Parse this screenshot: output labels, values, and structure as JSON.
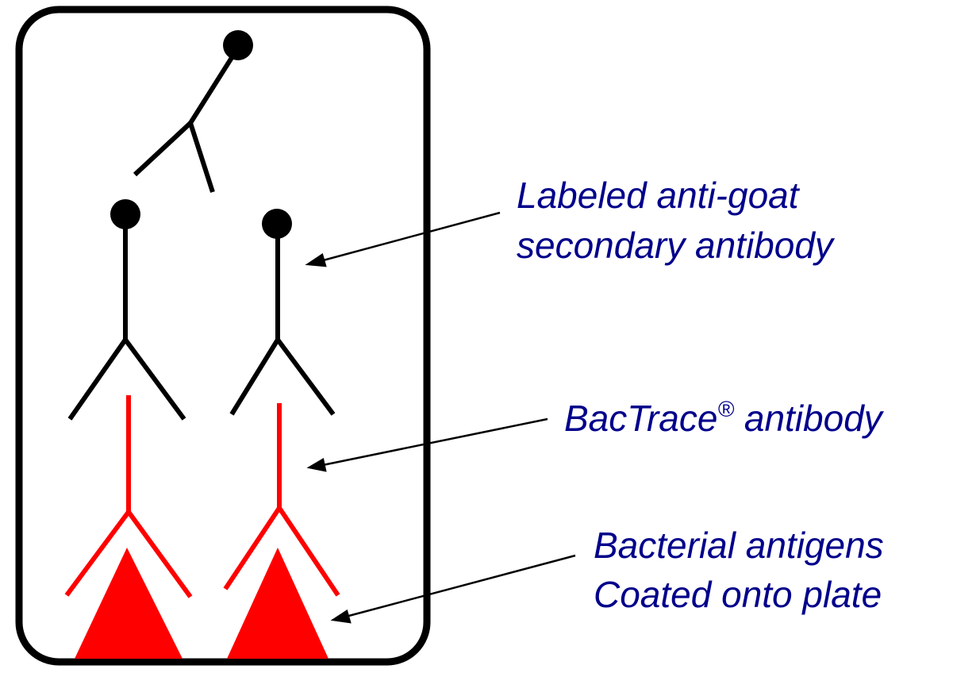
{
  "colors": {
    "text": "#00008B",
    "antibody_black": "#000000",
    "antibody_red": "#FF0000",
    "well_border": "#000000"
  },
  "labels": {
    "secondary_antibody": {
      "line1": "Labeled anti-goat",
      "line2": "secondary antibody"
    },
    "bactrace_antibody": {
      "name": "BacTrace",
      "registered_mark": "®",
      "suffix": " antibody"
    },
    "bacterial_antigens": {
      "line1": "Bacterial antigens",
      "line2": "Coated onto plate"
    }
  }
}
